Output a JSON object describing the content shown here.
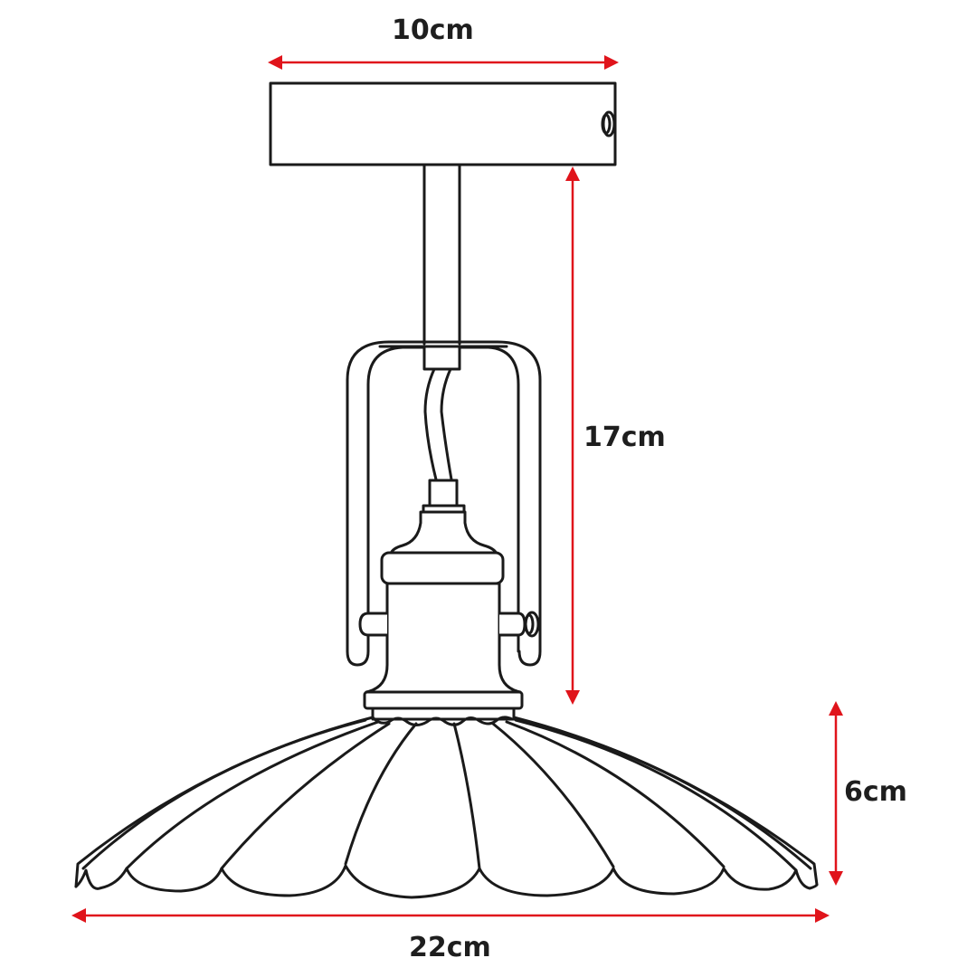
{
  "diagram": {
    "subject": "ceiling pendant lamp with scalloped shade",
    "colors": {
      "line": "#1a1a1a",
      "dimension_arrow": "#e0141b",
      "label_text": "#1e1e1e",
      "background": "#ffffff"
    },
    "dimensions": {
      "canopy_width": {
        "label": "10cm"
      },
      "drop_height": {
        "label": "17cm"
      },
      "shade_height": {
        "label": "6cm"
      },
      "shade_width": {
        "label": "22cm"
      }
    },
    "parts": [
      "ceiling-canopy",
      "canopy-screw",
      "stem-rod",
      "yoke-bracket",
      "cable",
      "lamp-holder",
      "side-knob",
      "scalloped-shade"
    ]
  }
}
